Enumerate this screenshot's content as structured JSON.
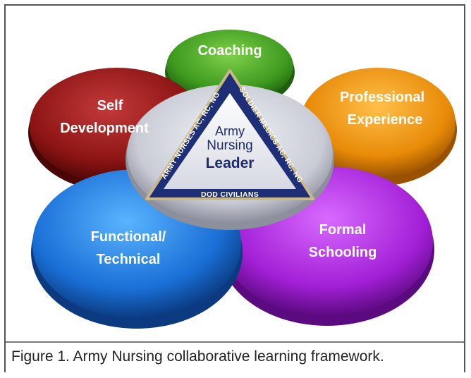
{
  "petals": {
    "coaching": "Coaching",
    "self_development": [
      "Self",
      "Development"
    ],
    "professional_experience": [
      "Professional",
      "Experience"
    ],
    "functional_technical": [
      "Functional/",
      "Technical"
    ],
    "formal_schooling": [
      "Formal",
      "Schooling"
    ]
  },
  "center": [
    "Army",
    "Nursing",
    "Leader"
  ],
  "triangle": {
    "left": "ARMY NURSES AC, RC, NG",
    "right": "SOLDIER MEDICS AC, RC, NG",
    "bottom": "DOD CIVILIANS"
  },
  "caption": "Figure 1. Army Nursing collaborative learning framework.",
  "colors": {
    "coaching": "#3e9a1f",
    "self_development": "#8c1414",
    "professional_experience": "#e88a08",
    "functional_technical": "#1a6fd6",
    "formal_schooling": "#a21fd6",
    "center": "#c9ccd6",
    "triangle": "#1e2f78"
  }
}
